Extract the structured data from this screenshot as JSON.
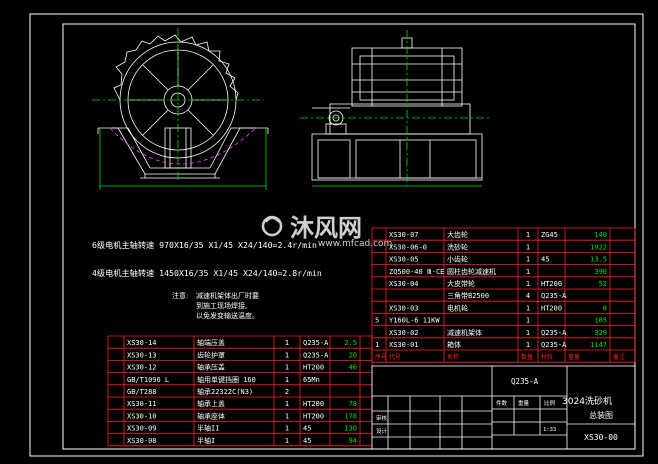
{
  "colors": {
    "background": "#000000",
    "frame": "#ffffff",
    "table_line": "#ff2020",
    "text": "#ffffff",
    "green": "#00e000",
    "magenta": "#ff40ff",
    "watermark": "#cfcfcf"
  },
  "watermark": {
    "brand": "沐风网",
    "url": "www.mfcad.com"
  },
  "drive_notes": [
    "6级电机主轴转速 970X16/35 X1/45 X24/140=2.4r/min",
    "4级电机主轴转速 1450X16/35 X1/45 X24/140=2.8r/min"
  ],
  "notes": {
    "label": "注意:",
    "lines": [
      "减速机架体出厂时要",
      "到施工现场焊接,",
      "以免发变输送温度。"
    ]
  },
  "upper_bom": [
    {
      "idx": "",
      "code": "XS30-07",
      "name": "大齿轮",
      "qty": "1",
      "mat": "ZG45",
      "weight": "140"
    },
    {
      "idx": "",
      "code": "XS30-06-0",
      "name": "洗砂轮",
      "qty": "1",
      "mat": "",
      "weight": "1922"
    },
    {
      "idx": "",
      "code": "XS30-05",
      "name": "小齿轮",
      "qty": "1",
      "mat": "45",
      "weight": "13.5"
    },
    {
      "idx": "",
      "code": "ZQ500-40 Ⅲ-CE",
      "name": "圆柱齿轮减速机",
      "qty": "1",
      "mat": "",
      "weight": "390"
    },
    {
      "idx": "",
      "code": "XS30-04",
      "name": "大皮带轮",
      "qty": "1",
      "mat": "HT200",
      "weight": "52"
    },
    {
      "idx": "",
      "code": "",
      "name": "三角带B2500",
      "qty": "4",
      "mat": "Q235-A",
      "weight": ""
    },
    {
      "idx": "",
      "code": "XS30-03",
      "name": "电机轮",
      "qty": "1",
      "mat": "HT200",
      "weight": "8"
    },
    {
      "idx": "5",
      "code": "Y160L-6 11KW",
      "name": "",
      "qty": "1",
      "mat": "",
      "weight": "185"
    },
    {
      "idx": "",
      "code": "XS30-02",
      "name": "减速机架体",
      "qty": "1",
      "mat": "Q235-A",
      "weight": "329"
    },
    {
      "idx": "1",
      "code": "XS30-01",
      "name": "箱体",
      "qty": "1",
      "mat": "Q235-A",
      "weight": "1147"
    }
  ],
  "upper_header": [
    "序号",
    "代号",
    "名称",
    "数量",
    "材料",
    "重量",
    "备注"
  ],
  "lower_bom": [
    {
      "idx": "",
      "code": "XS30-14",
      "name": "轴端压盖",
      "qty": "1",
      "mat": "Q235-A",
      "weight": "2.5"
    },
    {
      "idx": "",
      "code": "XS30-13",
      "name": "齿轮护罩",
      "qty": "1",
      "mat": "Q235-A",
      "weight": "20"
    },
    {
      "idx": "",
      "code": "XS30-12",
      "name": "轴承压盖",
      "qty": "1",
      "mat": "HT200",
      "weight": "46"
    },
    {
      "idx": "",
      "code": "GB/T1096 L",
      "name": "轴用单键挡圈 160",
      "qty": "1",
      "mat": "65Mn",
      "weight": ""
    },
    {
      "idx": "",
      "code": "GB/T288",
      "name": "轴承22322C(N3)",
      "qty": "2",
      "mat": "",
      "weight": ""
    },
    {
      "idx": "",
      "code": "XS30-11",
      "name": "轴承上盖",
      "qty": "1",
      "mat": "HT200",
      "weight": "78"
    },
    {
      "idx": "",
      "code": "XS30-10",
      "name": "轴承座体",
      "qty": "1",
      "mat": "HT200",
      "weight": "178"
    },
    {
      "idx": "",
      "code": "XS30-09",
      "name": "半轴II",
      "qty": "1",
      "mat": "45",
      "weight": "130"
    },
    {
      "idx": "",
      "code": "XS30-08",
      "name": "半轴I",
      "qty": "1",
      "mat": "45",
      "weight": "94"
    }
  ],
  "title_block": {
    "material": "Q235-A",
    "title_line1": "3024洗砂机",
    "title_line2": "总装图",
    "drawing_no": "XS30-00",
    "labels": [
      "件数",
      "重量",
      "比例",
      "审核",
      "设计"
    ],
    "scale": "1:33"
  }
}
